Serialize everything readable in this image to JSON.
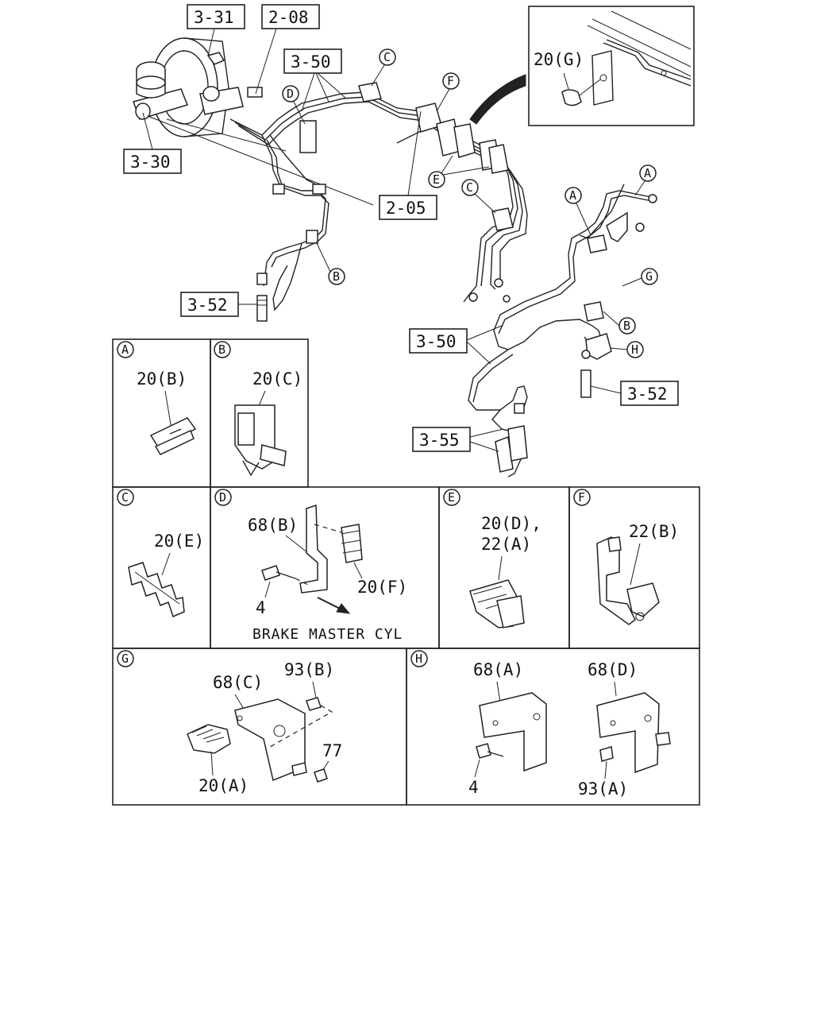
{
  "callouts": {
    "c331": "3-31",
    "c208": "2-08",
    "c350_top": "3-50",
    "c330": "3-30",
    "c205": "2-05",
    "c352_left": "3-52",
    "c350_right": "3-50",
    "c352_right": "3-52",
    "c355": "3-55"
  },
  "letters": {
    "A": "A",
    "B": "B",
    "C": "C",
    "D": "D",
    "E": "E",
    "F": "F",
    "G": "G",
    "H": "H"
  },
  "inset_g_label": "20(G)",
  "details": {
    "A": {
      "part": "20(B)"
    },
    "B": {
      "part": "20(C)"
    },
    "C": {
      "part": "20(E)"
    },
    "D": {
      "part1": "68(B)",
      "part2": "20(F)",
      "bolt": "4",
      "caption": "BRAKE MASTER CYL"
    },
    "E": {
      "part1": "20(D),",
      "part2": "22(A)"
    },
    "F": {
      "part": "22(B)"
    },
    "G": {
      "part1": "68(C)",
      "part2": "93(B)",
      "part3": "77",
      "part4": "20(A)"
    },
    "H": {
      "part1": "68(A)",
      "part2": "68(D)",
      "bolt": "4",
      "part3": "93(A)"
    }
  }
}
